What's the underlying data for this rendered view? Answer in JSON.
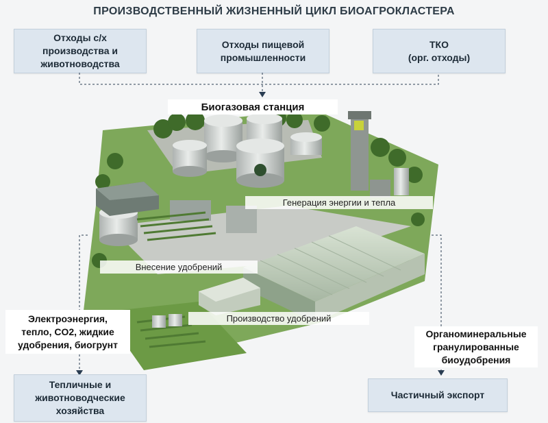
{
  "title": "ПРОИЗВОДСТВЕННЫЙ ЖИЗНЕННЫЙ ЦИКЛ БИОАГРОКЛАСТЕРА",
  "inputs": [
    "Отходы с/х\nпроизводства и\nживотноводства",
    "Отходы пищевой\nпромышленности",
    "ТКО\n(орг. отходы)"
  ],
  "station": "Биогазовая станция",
  "scene_labels": {
    "energy": "Генерация энергии и тепла",
    "fertilizing": "Внесение удобрений",
    "production": "Производство удобрений"
  },
  "outputs": {
    "left_text": "Электроэнергия,\nтепло, CO2, жидкие\nудобрения, биогрунт",
    "left_box": "Тепличные и\nживотноводческие\nхозяйства",
    "right_text": "Органоминеральные\nгранулированные\nбиоудобрения",
    "right_box": "Частичный экспорт"
  },
  "colors": {
    "box_fill": "#dde6ef",
    "connector": "#2a3d52",
    "grass": "#6f9e4a",
    "concrete": "#c9ccc8"
  }
}
